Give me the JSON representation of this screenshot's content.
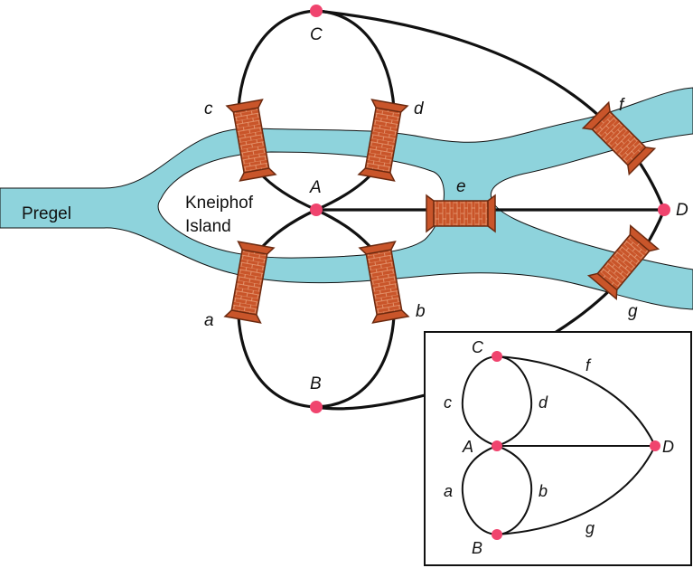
{
  "river": {
    "name": "Pregel",
    "color": "#8ed3dc"
  },
  "island": {
    "name_line1": "Kneiphof",
    "name_line2": "Island"
  },
  "nodes": {
    "A": "A",
    "B": "B",
    "C": "C",
    "D": "D"
  },
  "bridges": {
    "a": "a",
    "b": "b",
    "c": "c",
    "d": "d",
    "e": "e",
    "f": "f",
    "g": "g"
  },
  "colors": {
    "node": "#f0446e",
    "bridge": "#c9552a",
    "bridge_dark": "#6b2a10",
    "line": "#111111"
  },
  "inset": {
    "nodes": {
      "A": "A",
      "B": "B",
      "C": "C",
      "D": "D"
    },
    "edges": {
      "a": "a",
      "b": "b",
      "c": "c",
      "d": "d",
      "f": "f",
      "g": "g"
    }
  }
}
